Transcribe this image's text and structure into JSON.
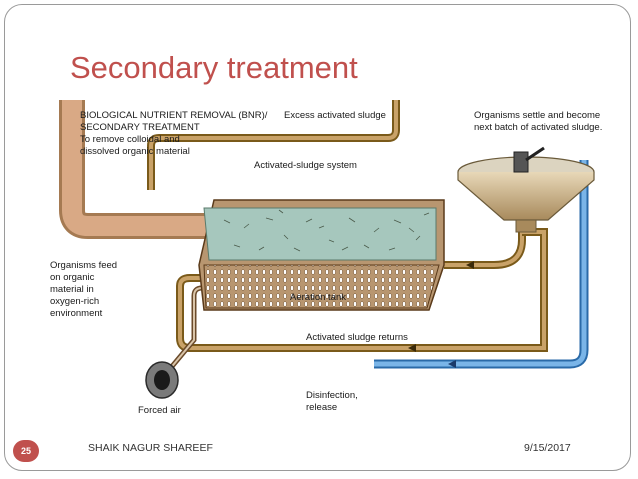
{
  "slide": {
    "title": "Secondary treatment",
    "page_number": "25",
    "author": "SHAIK NAGUR SHAREEF",
    "date": "9/15/2017"
  },
  "diagram": {
    "labels": {
      "bnr_line1": "BIOLOGICAL NUTRIENT REMOVAL (BNR)/",
      "bnr_line2": "SECONDARY TREATMENT",
      "bnr_line3": "To remove colloidal and",
      "bnr_line4": "dissolved organic material",
      "excess_sludge": "Excess activated sludge",
      "activated_system": "Activated-sludge system",
      "settle_line1": "Organisms settle and become",
      "settle_line2": "next batch of activated sludge.",
      "feed_line1": "Organisms feed",
      "feed_line2": "on organic",
      "feed_line3": "material in",
      "feed_line4": "oxygen-rich",
      "feed_line5": "environment",
      "aeration_tank": "Aeration tank",
      "sludge_returns": "Activated sludge returns",
      "forced_air": "Forced air",
      "disinfection_line1": "Disinfection,",
      "disinfection_line2": "release"
    },
    "colors": {
      "pipe_outer": "#7a5a1a",
      "pipe_inner": "#c9a268",
      "pipe_feed": "#d9a985",
      "water_pipe": "#4a8fd1",
      "tank_body": "#c7aa8a",
      "tank_water": "#a6c7bd",
      "accent": "#c0504d"
    }
  }
}
